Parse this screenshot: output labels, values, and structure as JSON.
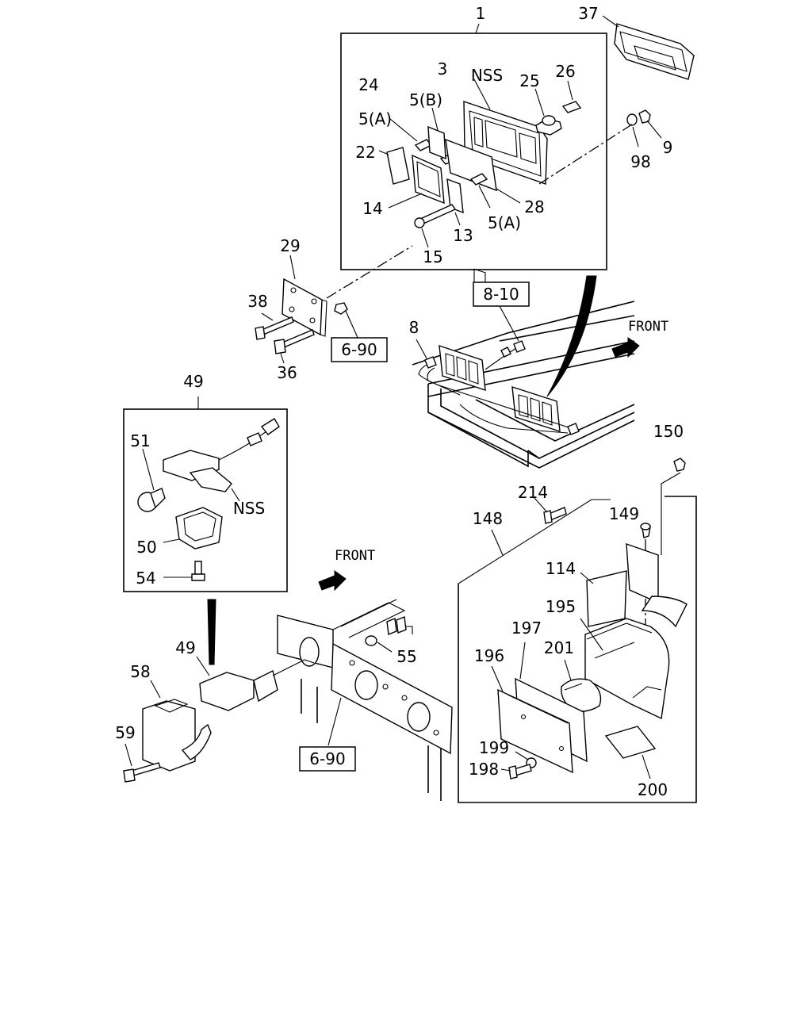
{
  "callouts": {
    "p1": "1",
    "p37": "37",
    "p3": "3",
    "nss_top": "NSS",
    "p25": "25",
    "p26": "26",
    "p24": "24",
    "p5b": "5(B)",
    "p5a_top": "5(A)",
    "p22": "22",
    "p14": "14",
    "p13": "13",
    "p28": "28",
    "p5a_bottom": "5(A)",
    "p15": "15",
    "p98": "98",
    "p9": "9",
    "p29": "29",
    "p38": "38",
    "p36": "36",
    "p8": "8",
    "p49_top": "49",
    "p51": "51",
    "nss_mid": "NSS",
    "p50": "50",
    "p54": "54",
    "p150": "150",
    "p214": "214",
    "p148": "148",
    "p149": "149",
    "p114": "114",
    "p195": "195",
    "p197": "197",
    "p201": "201",
    "p196": "196",
    "p199": "199",
    "p198": "198",
    "p200": "200",
    "p58": "58",
    "p49_bottom": "49",
    "p55": "55",
    "p59": "59"
  },
  "refs": {
    "r810": "8-10",
    "r690_top": "6-90",
    "r690_bottom": "6-90"
  },
  "words": {
    "front_top": "FRONT",
    "front_bottom": "FRONT"
  }
}
